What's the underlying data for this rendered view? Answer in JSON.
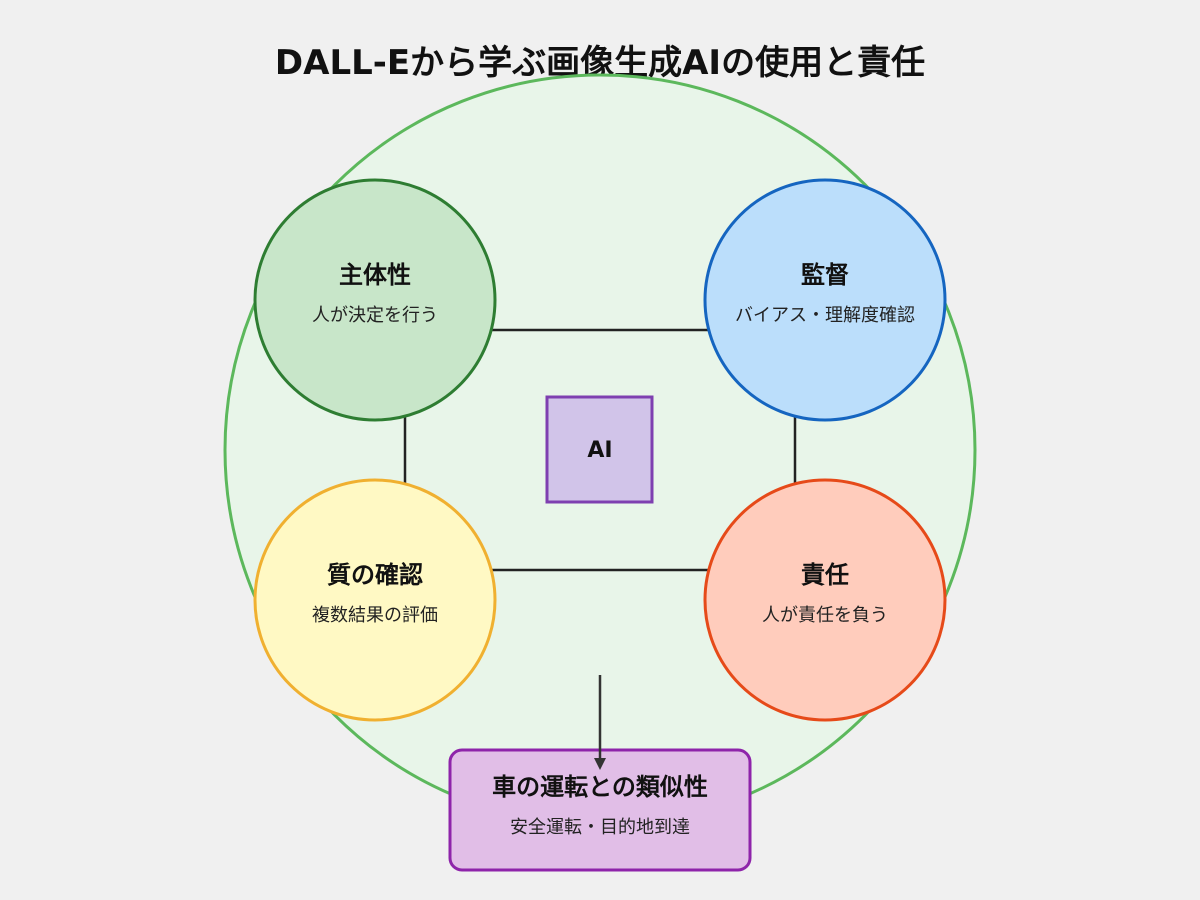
{
  "title": "DALL-Eから学ぶ画像生成AIの使用と責任",
  "nodes": {
    "agency": {
      "title": "主体性",
      "subtitle": "人が決定を行う"
    },
    "oversight": {
      "title": "監督",
      "subtitle": "バイアス・理解度確認"
    },
    "quality": {
      "title": "質の確認",
      "subtitle": "複数結果の評価"
    },
    "responsibility": {
      "title": "責任",
      "subtitle": "人が責任を負う"
    },
    "ai": {
      "label": "AI"
    },
    "analogy": {
      "title": "車の運転との類似性",
      "subtitle": "安全運転・目的地到達"
    }
  },
  "colors": {
    "background": "#f0f0f0",
    "outer_fill": "#e8f5e9",
    "outer_stroke": "#5cb85c",
    "agency_fill": "#c8e6c9",
    "agency_stroke": "#2e7d32",
    "oversight_fill": "#bbdefb",
    "oversight_stroke": "#1565c0",
    "quality_fill": "#fff9c4",
    "quality_stroke": "#f0b030",
    "responsibility_fill": "#ffccbc",
    "responsibility_stroke": "#e64a19",
    "ai_fill": "#d1c4e9",
    "ai_stroke": "#7e3fb0",
    "analogy_fill": "#e1bee7",
    "analogy_stroke": "#8e24aa",
    "connector": "#222222"
  }
}
